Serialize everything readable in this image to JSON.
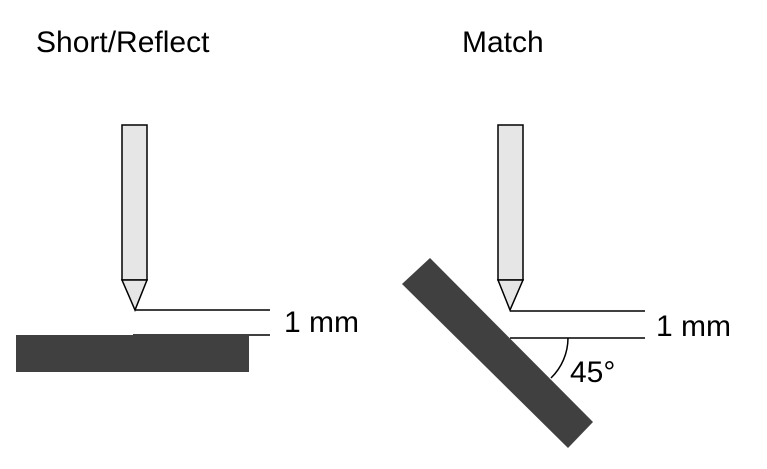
{
  "panels": [
    {
      "title": "Short/Reflect",
      "gap_label": "1 mm"
    },
    {
      "title": "Match",
      "gap_label": "1 mm",
      "angle_label": "45°"
    }
  ],
  "colors": {
    "probe_fill": "#e6e6e6",
    "probe_stroke": "#000000",
    "surface_fill": "#404040",
    "line": "#000000"
  }
}
